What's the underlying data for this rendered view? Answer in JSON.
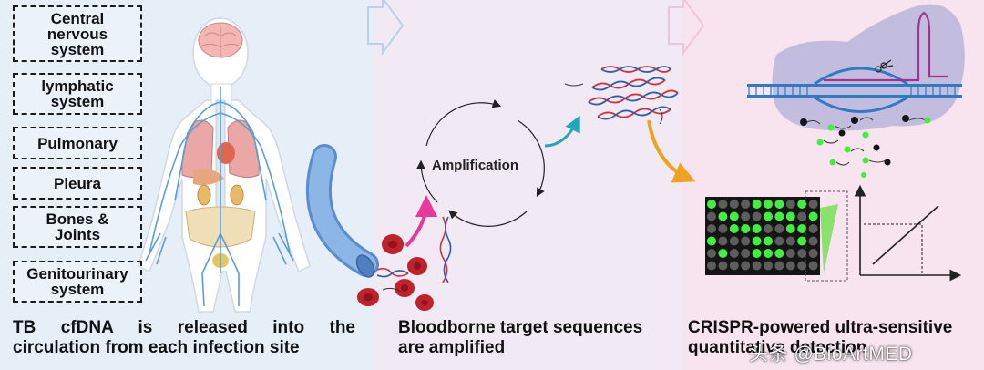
{
  "infection_sites": [
    {
      "label": "Central\nnervous\nsystem"
    },
    {
      "label": "lymphatic\nsystem"
    },
    {
      "label": "Pulmonary"
    },
    {
      "label": "Pleura"
    },
    {
      "label": "Bones &\nJoints"
    },
    {
      "label": "Genitourinary\nsystem"
    }
  ],
  "captions": {
    "release_line1": "TB cfDNA is released into the",
    "release_line2": "circulation from each infection site",
    "amplify_line1": "Bloodborne target sequences",
    "amplify_line2": "are amplified",
    "detect_line1": "CRISPR-powered ultra-sensitive",
    "detect_line2": "quantitative detection"
  },
  "amplification_label": "Amplification",
  "watermark": "头条 @BioArtMED",
  "colors": {
    "panel1_bg": "#e6eef8",
    "panel2_bg": "#f1eaf4",
    "panel3_bg": "#f8e4ee",
    "vessel_blue": "#7aa6da",
    "dna_red": "#d2323f",
    "dna_blue": "#2e5fa8",
    "pink_arrow": "#e8389a",
    "teal_arrow": "#22a6b8",
    "orange_arrow": "#f0a21e",
    "green_signal": "#3ff03f"
  }
}
